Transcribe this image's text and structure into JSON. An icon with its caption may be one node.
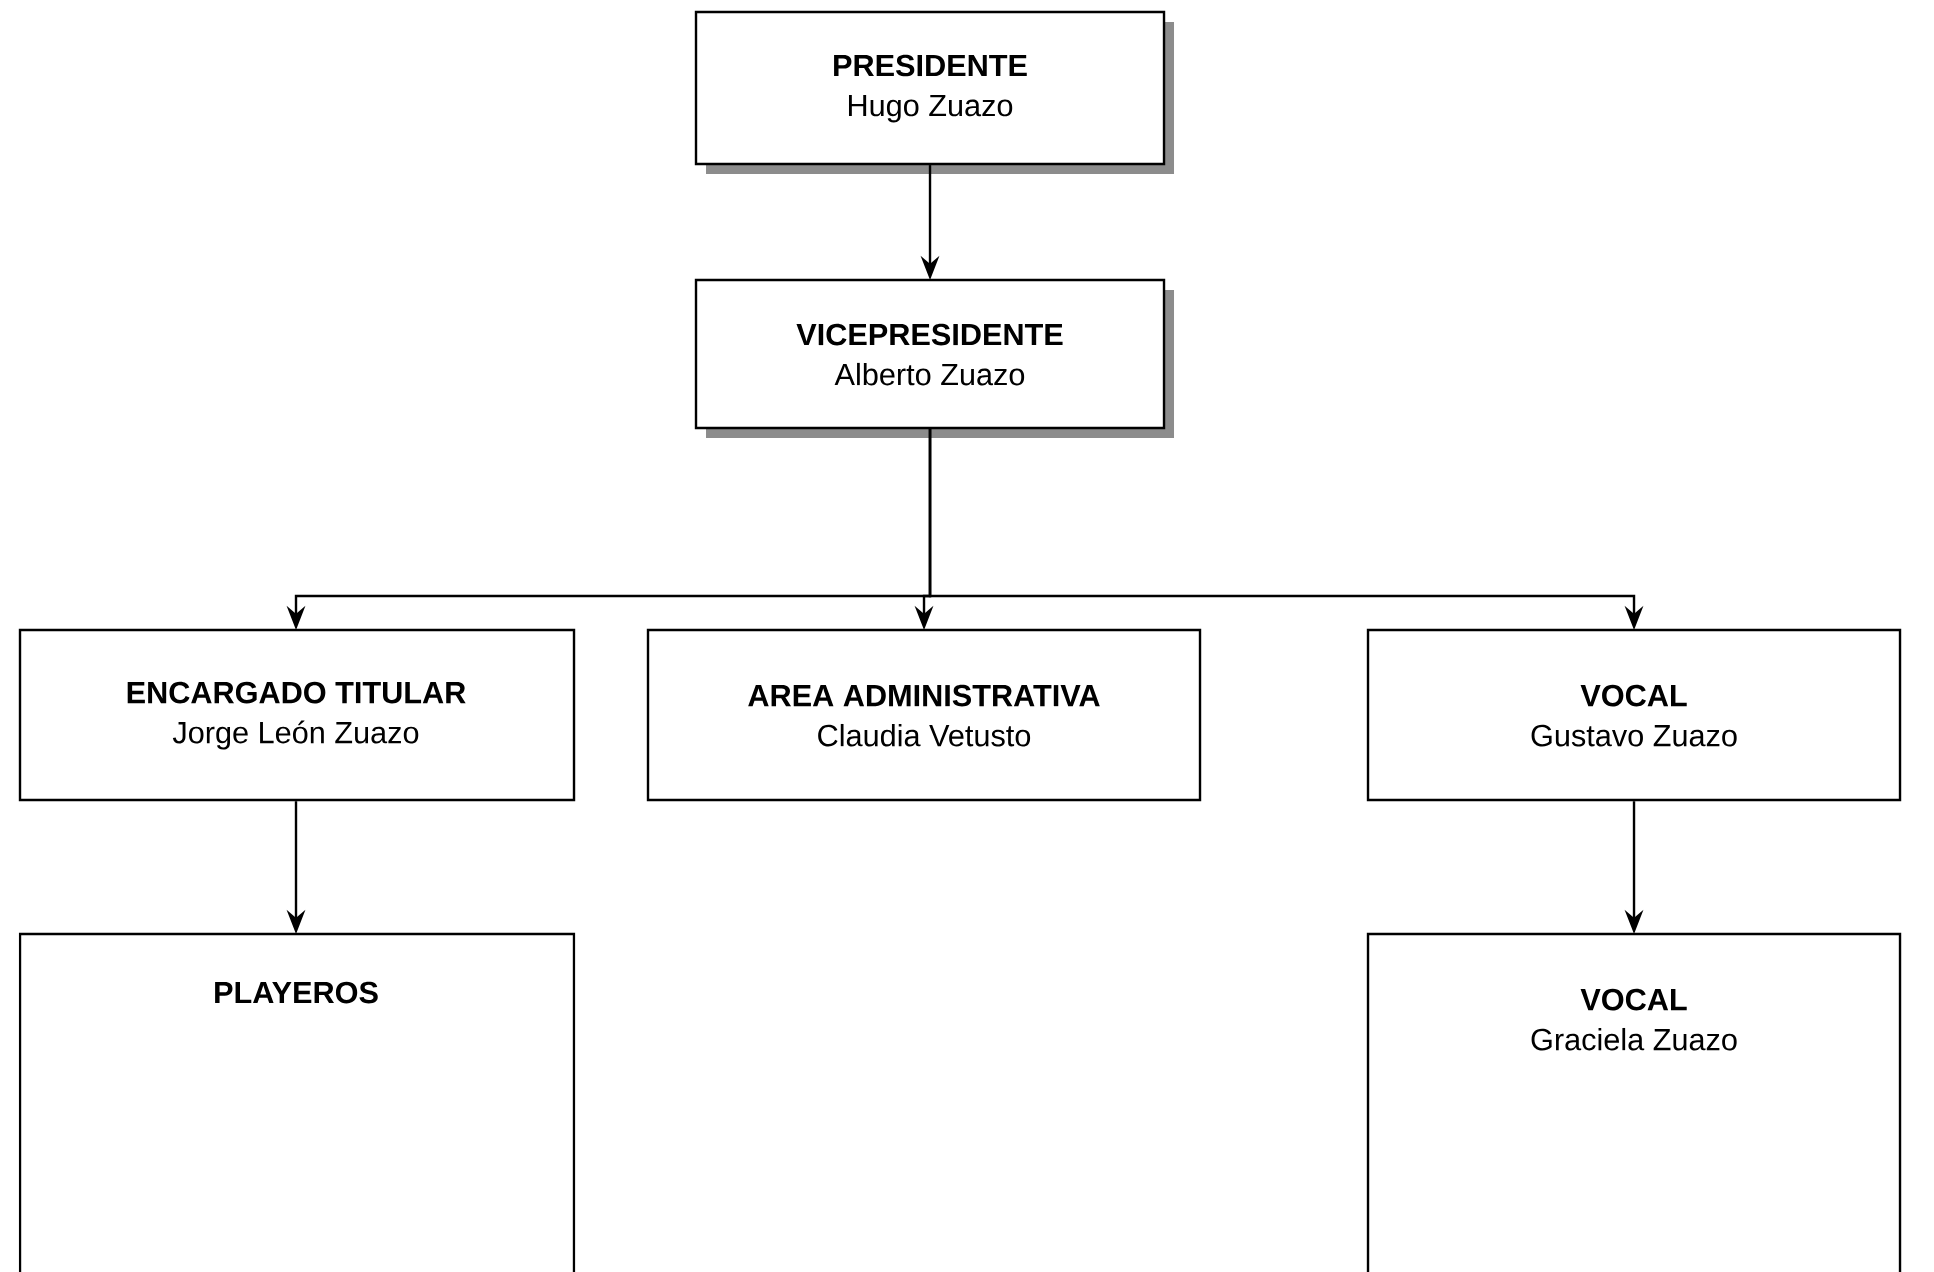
{
  "diagram": {
    "nodes": [
      {
        "text": [
          "PRESIDENTE",
          "Hugo Zuazo"
        ]
      },
      {
        "text": [
          "VICEPRESIDENTE",
          "Alberto Zuazo"
        ]
      },
      {
        "text": [
          "ENCARGADO TITULAR",
          "Jorge León Zuazo"
        ]
      },
      {
        "text": [
          "AREA ADMINISTRATIVA",
          "Claudia Vetusto"
        ]
      },
      {
        "text": [
          "VOCAL",
          "Gustavo Zuazo"
        ]
      },
      {
        "text": [
          "PLAYEROS"
        ]
      },
      {
        "text": [
          "VOCAL",
          "Graciela Zuazo"
        ]
      }
    ],
    "edges": [
      {
        "from": 0,
        "to": 1,
        "arrow": "to"
      },
      {
        "from": 1,
        "to": 2,
        "arrow": "to"
      },
      {
        "from": 1,
        "to": 3,
        "arrow": "to"
      },
      {
        "from": 1,
        "to": 4,
        "arrow": "to"
      },
      {
        "from": 2,
        "to": 5,
        "arrow": "to"
      },
      {
        "from": 4,
        "to": 6,
        "arrow": "to"
      }
    ]
  }
}
